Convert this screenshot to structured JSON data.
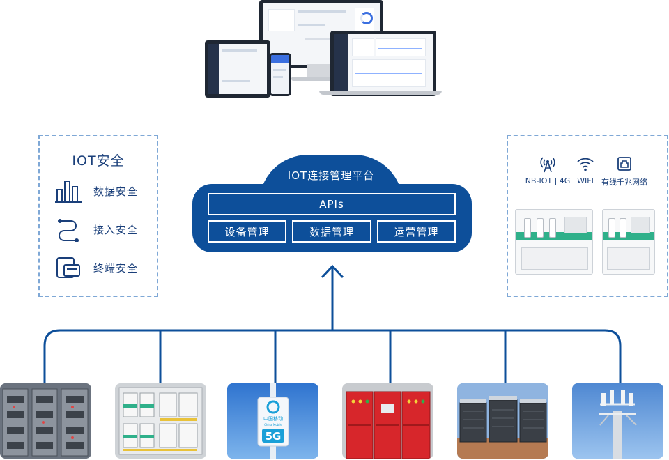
{
  "colors": {
    "brand": "#0d4f9a",
    "line": "#0d4f9a",
    "dash": "#7fa8d6",
    "text": "#1a3f7a"
  },
  "security": {
    "title": "IOT安全",
    "items": [
      {
        "icon": "bar-chart-icon",
        "label": "数据安全"
      },
      {
        "icon": "route-icon",
        "label": "接入安全"
      },
      {
        "icon": "card-device-icon",
        "label": "终端安全"
      }
    ]
  },
  "platform": {
    "title": "IOT连接管理平台",
    "apis": "APIs",
    "modules": [
      "设备管理",
      "数据管理",
      "运营管理"
    ]
  },
  "network": {
    "items": [
      {
        "icon": "antenna-icon",
        "label": "NB-IOT | 4G"
      },
      {
        "icon": "wifi-icon",
        "label": "WIFI"
      },
      {
        "icon": "ethernet-icon",
        "label": "有线千兆网络"
      }
    ]
  },
  "photos": [
    {
      "icon": "switchgear-icon",
      "subject": "switchgear-cabinet"
    },
    {
      "icon": "breaker-panel-icon",
      "subject": "breaker-panel"
    },
    {
      "icon": "5g-sign-icon",
      "subject": "china-mobile-5g-sign",
      "text": [
        "中国移动",
        "China Mobile",
        "5G"
      ]
    },
    {
      "icon": "fire-cabinet-icon",
      "subject": "red-control-cabinet"
    },
    {
      "icon": "hvac-unit-icon",
      "subject": "rooftop-hvac-units"
    },
    {
      "icon": "cell-tower-icon",
      "subject": "cell-tower"
    }
  ]
}
